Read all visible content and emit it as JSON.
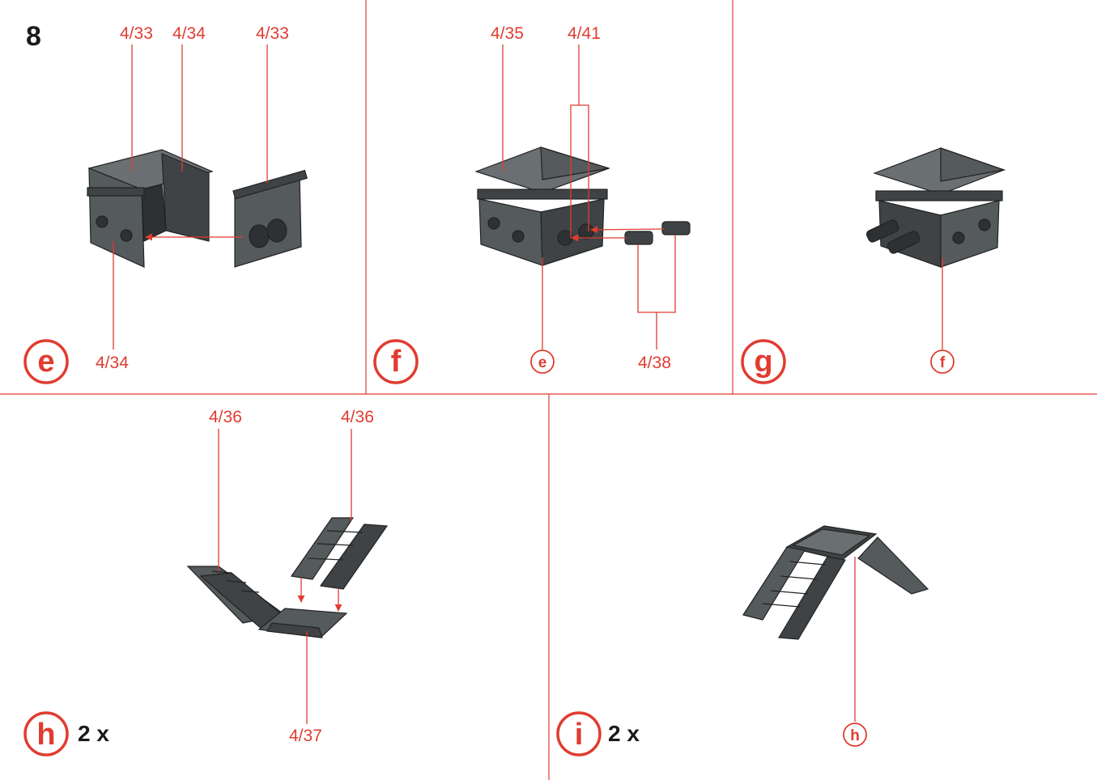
{
  "page": {
    "step_number": "8"
  },
  "panels": {
    "e": {
      "letter": "e",
      "labels": {
        "top_left": "4/33",
        "top_middle": "4/34",
        "top_right": "4/33",
        "bottom": "4/34"
      }
    },
    "f": {
      "letter": "f",
      "labels": {
        "top_left": "4/35",
        "top_right": "4/41",
        "bottom": "4/38"
      },
      "ref_circle": "e"
    },
    "g": {
      "letter": "g",
      "ref_circle": "f"
    },
    "h": {
      "letter": "h",
      "quantity": "2 x",
      "labels": {
        "top_left": "4/36",
        "top_right": "4/36",
        "bottom": "4/37"
      }
    },
    "i": {
      "letter": "i",
      "quantity": "2 x",
      "ref_circle": "h"
    }
  },
  "colors": {
    "accent": "#e03c31",
    "part": "#555a5c",
    "text": "#1a1a1a"
  }
}
